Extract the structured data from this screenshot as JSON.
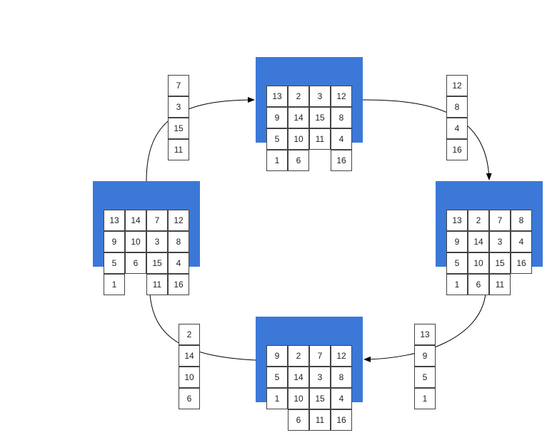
{
  "puzzles": [
    {
      "name": "top",
      "rows": [
        [
          "13",
          "2",
          "3",
          "12"
        ],
        [
          "9",
          "14",
          "15",
          "8"
        ],
        [
          "5",
          "10",
          "11",
          "4"
        ],
        [
          "1",
          "6",
          "",
          "16"
        ]
      ]
    },
    {
      "name": "right",
      "rows": [
        [
          "13",
          "2",
          "7",
          "8"
        ],
        [
          "9",
          "14",
          "3",
          "4"
        ],
        [
          "5",
          "10",
          "15",
          "16"
        ],
        [
          "1",
          "6",
          "11",
          ""
        ]
      ]
    },
    {
      "name": "bottom",
      "rows": [
        [
          "",
          "",
          "",
          ""
        ],
        [
          "9",
          "2",
          "7",
          "12"
        ],
        [
          "5",
          "14",
          "3",
          "8"
        ],
        [
          "1",
          "10",
          "15",
          "4"
        ],
        [
          "",
          "6",
          "11",
          "16"
        ]
      ]
    },
    {
      "name": "left",
      "rows": [
        [
          "13",
          "14",
          "7",
          "12"
        ],
        [
          "9",
          "10",
          "3",
          "8"
        ],
        [
          "5",
          "6",
          "15",
          "4"
        ],
        [
          "1",
          "",
          "11",
          "16"
        ]
      ]
    }
  ],
  "moves": [
    {
      "name": "top-right",
      "cells": [
        "12",
        "8",
        "4",
        "16"
      ]
    },
    {
      "name": "bottom-right",
      "cells": [
        "13",
        "9",
        "5",
        "1"
      ]
    },
    {
      "name": "bottom-left",
      "cells": [
        "2",
        "14",
        "10",
        "6"
      ]
    },
    {
      "name": "top-left",
      "cells": [
        "7",
        "3",
        "15",
        "11"
      ]
    }
  ],
  "colors": {
    "board": "#3b78d8",
    "cell_border": "#444444",
    "connector": "#000000"
  }
}
